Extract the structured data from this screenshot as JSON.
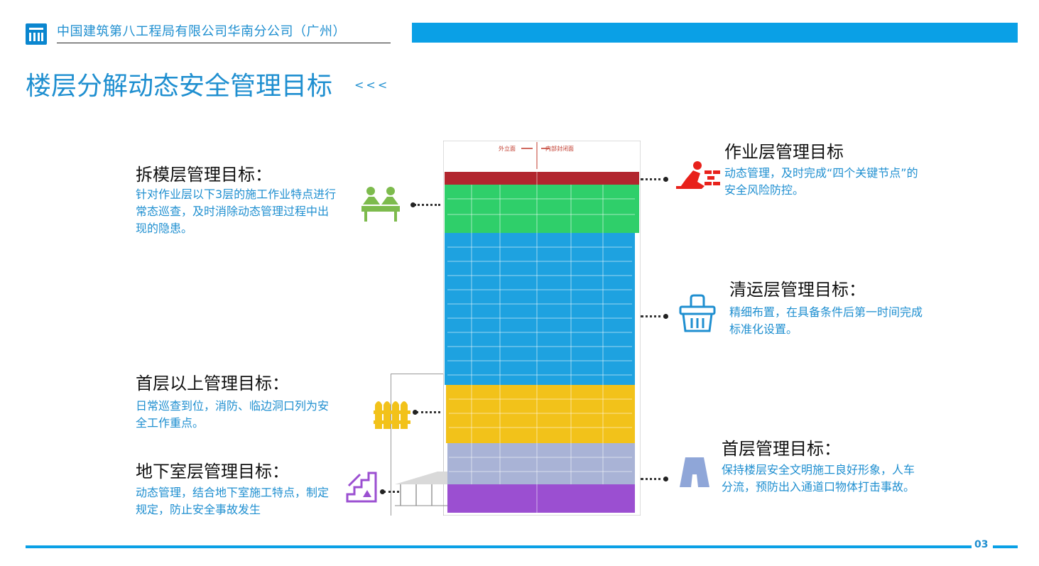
{
  "header": {
    "company": "中国建筑第八工程局有限公司华南分公司（广州）"
  },
  "title": "楼层分解动态安全管理目标",
  "title_arrows": "<<<",
  "left": [
    {
      "heading": "拆模层管理目标：",
      "desc": "针对作业层以下3层的施工作业特点进行常态巡查，及时消除动态管理过程中出现的隐患。",
      "icon": "meeting-people-icon"
    },
    {
      "heading": "首层以上管理目标：",
      "desc": "日常巡查到位，消防、临边洞口列为安全工作重点。",
      "icon": "fence-barrier-icon"
    },
    {
      "heading": "地下室层管理目标：",
      "desc": "动态管理，结合地下室施工特点，制定规定，防止安全事故发生",
      "icon": "stairs-icon"
    }
  ],
  "right": [
    {
      "heading": "作业层管理目标",
      "desc": "动态管理，及时完成“四个关键节点”的安全风险防控。",
      "icon": "bricklayer-icon"
    },
    {
      "heading": "清运层管理目标：",
      "desc": "精细布置，在具备条件后第一时间完成标准化设置。",
      "icon": "basket-icon"
    },
    {
      "heading": "首层管理目标：",
      "desc": "保持楼层安全文明施工良好形象，人车分流，预防出入通道口物体打击事故。",
      "icon": "road-icon"
    }
  ],
  "building": {
    "label_left": "外立面",
    "label_right": "内部封闭面",
    "colors": {
      "roof": "#b2262e",
      "work": "#2fcf6a",
      "middle": "#1ea2e0",
      "upper": "#f2c21a",
      "lower": "#a9b3d6",
      "basement": "#9b4fd1"
    }
  },
  "page_number": "03"
}
